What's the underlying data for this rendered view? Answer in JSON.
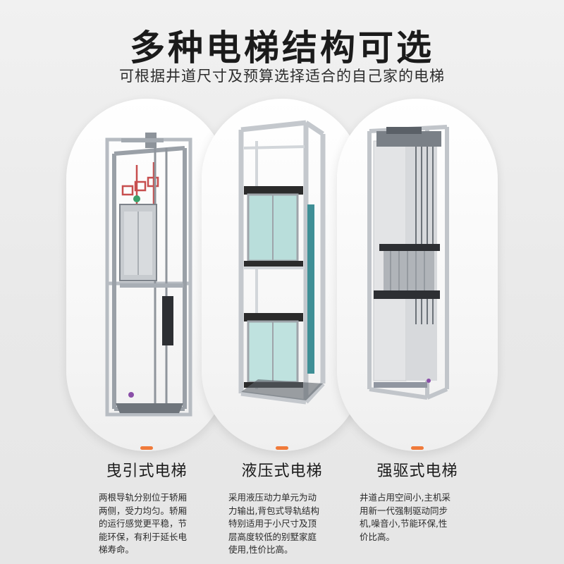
{
  "header": {
    "title": "多种电梯结构可选",
    "subtitle": "可根据井道尺寸及预算选择适合的自己家的电梯"
  },
  "colors": {
    "accent": "#f07a3a",
    "frame_steel": "#b9bec4",
    "glass": "#a9d7d4",
    "dark_panel": "#2a2a2a"
  },
  "cards": [
    {
      "name": "曳引式电梯",
      "icon": "traction-elevator-icon",
      "description": "两根导轨分别位于轿厢\n两侧，受力均匀。轿厢\n的运行感觉更平稳，节\n能环保，有利于延长电\n梯寿命。"
    },
    {
      "name": "液压式电梯",
      "icon": "hydraulic-elevator-icon",
      "description": "采用液压动力单元为动\n力输出,背包式导轨结构\n特别适用于小尺寸及顶\n层高度较低的别墅家庭\n使用,性价比高。"
    },
    {
      "name": "强驱式电梯",
      "icon": "forced-drive-elevator-icon",
      "description": "井道占用空间小,主机采\n用新一代强制驱动同步\n机,噪音小,节能环保,性\n价比高。"
    }
  ]
}
